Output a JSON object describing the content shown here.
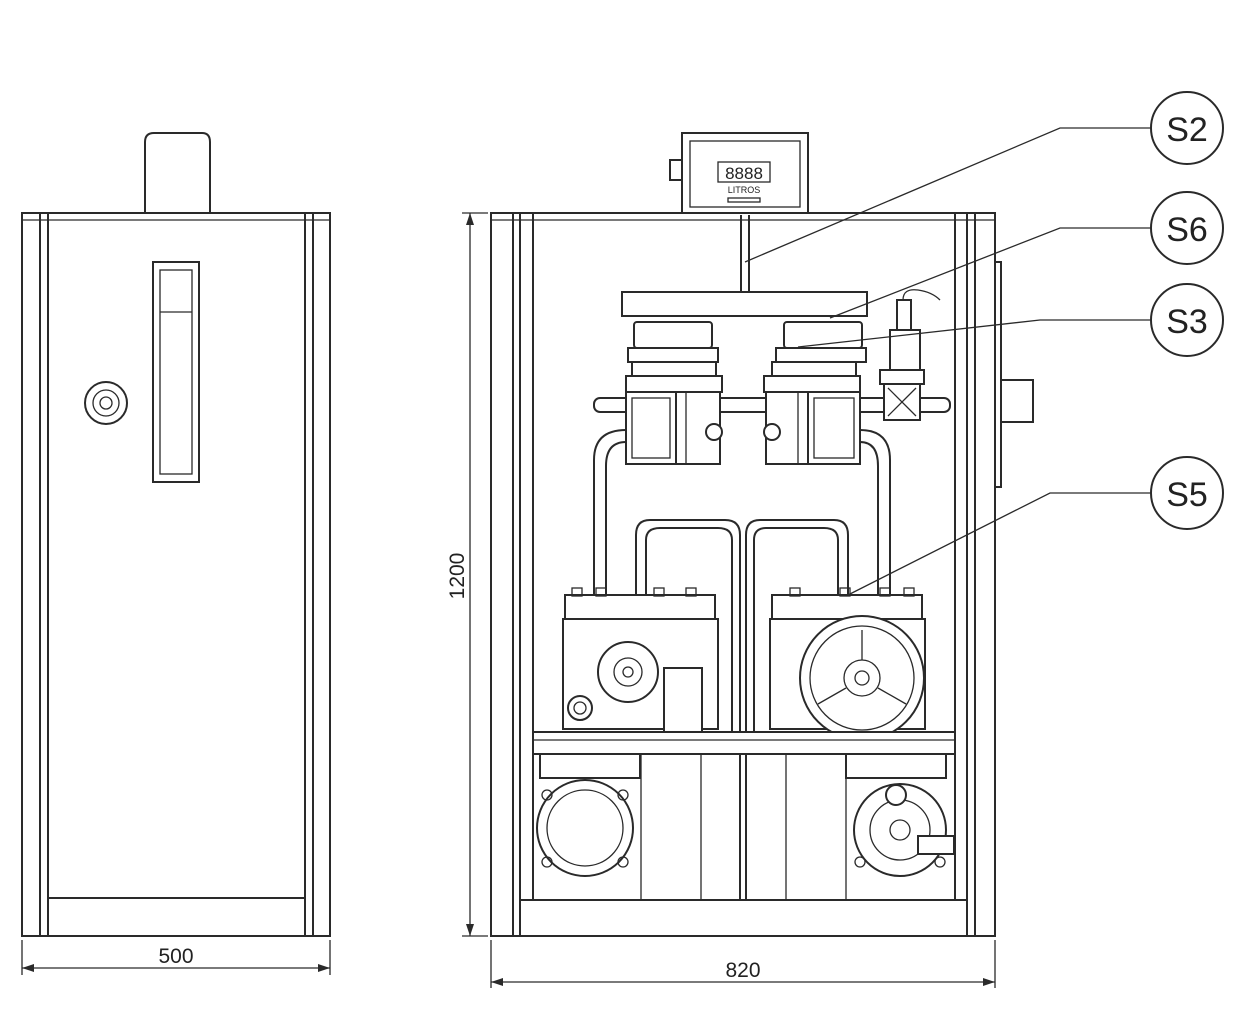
{
  "dimensions": {
    "side_width": "500",
    "front_width": "820",
    "height": "1200"
  },
  "display": {
    "digits": "8888",
    "unit": "LITROS"
  },
  "callouts": {
    "s2": "S2",
    "s6": "S6",
    "s3": "S3",
    "s5": "S5"
  }
}
